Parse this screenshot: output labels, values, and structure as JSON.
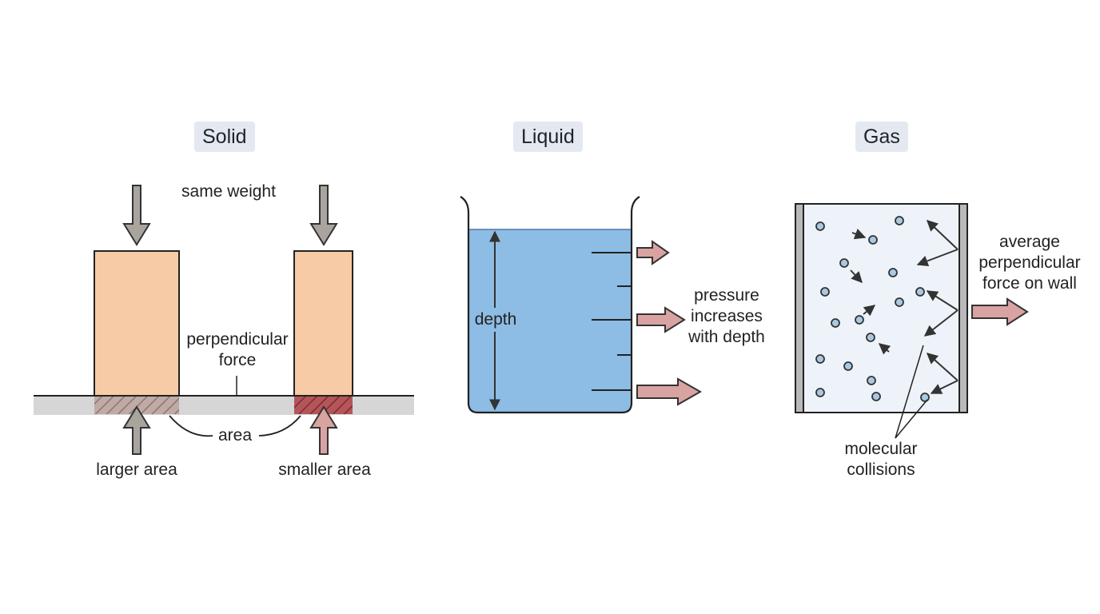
{
  "panels": {
    "solid": {
      "title": "Solid",
      "same_weight": "same weight",
      "perpendicular_force": "perpendicular\nforce",
      "area": "area",
      "larger_area": "larger area",
      "smaller_area": "smaller area"
    },
    "liquid": {
      "title": "Liquid",
      "depth": "depth",
      "pressure_note": "pressure\nincreases\nwith depth"
    },
    "gas": {
      "title": "Gas",
      "wall_force": "average\nperpendicular\nforce on wall",
      "molecular_collisions": "molecular\ncollisions"
    }
  },
  "colors": {
    "block_fill": "#f6cba5",
    "liquid_fill": "#8dbce4",
    "gas_fill": "#eef3f9",
    "weight_arrow": "#aaa49f",
    "pressure_arrow": "#d9a3a2",
    "hatch_dark": "#b5555a",
    "ground": "#d6d6d6"
  }
}
